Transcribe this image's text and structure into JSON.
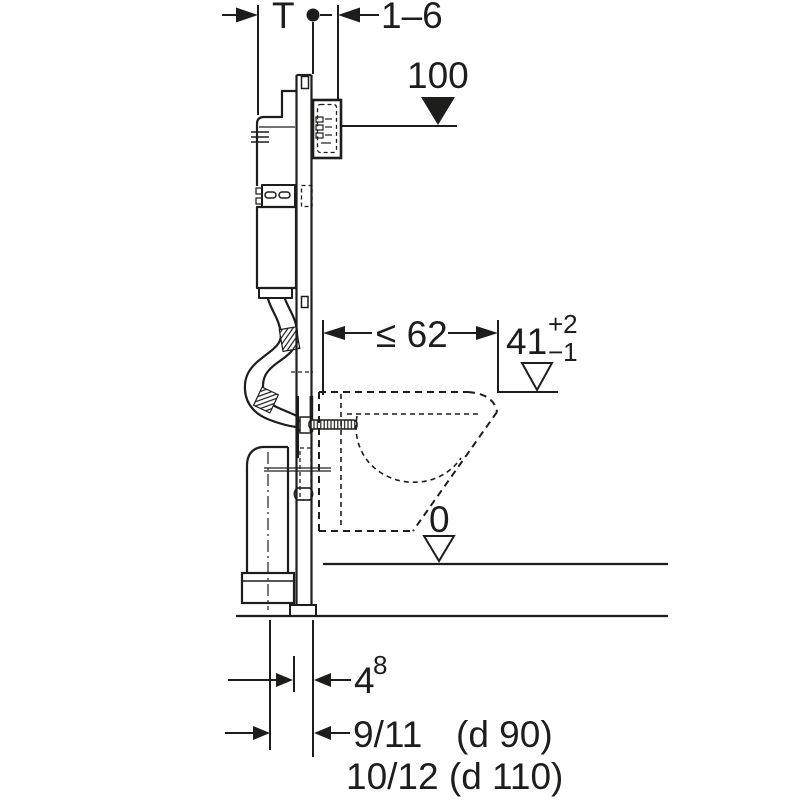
{
  "drawing": {
    "kind": "wall-hung WC frame installation side view",
    "ink_color": "#1d1d1b",
    "background_color": "#ffffff"
  },
  "annotations": {
    "frame_depth_label": "T",
    "wall_finish_range": "1–6",
    "actuator_level": "100",
    "max_bowl_depth": "≤ 62",
    "rim_height": "41",
    "rim_height_tolerance_plus": "+2",
    "rim_height_tolerance_minus": "−1",
    "floor_level": "0",
    "outlet_offset": "4",
    "outlet_offset_sup": "8",
    "outlet_row1_value": "9/11",
    "outlet_row1_note": "(d 90)",
    "outlet_row2_value": "10/12 (d 110)"
  }
}
